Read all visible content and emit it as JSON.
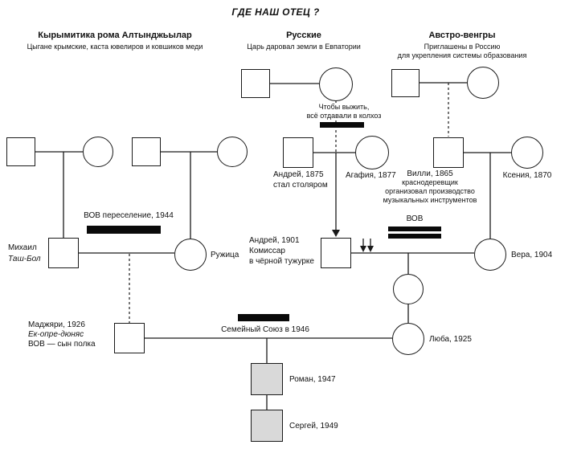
{
  "title": "ГДЕ НАШ ОТЕЦ ?",
  "columns": [
    {
      "header": "Кырымитика рома Алтынджьылар",
      "sub1": "Цыгане крымские, каста ювелиров и ковшиков меди",
      "sub2": ""
    },
    {
      "header": "Русские",
      "sub1": "Царь даровал земли в Евпатории",
      "sub2": ""
    },
    {
      "header": "Австро-венгры",
      "sub1": "Приглашены в Россию",
      "sub2": "для укрепления системы образования"
    }
  ],
  "annotations": {
    "kolkhoz_line1": "Чтобы выжить,",
    "kolkhoz_line2": "всё отдавали в колхоз",
    "vov_resettlement": "ВОВ переселение, 1944",
    "vov": "ВОВ",
    "family_union": "Семейный Союз в 1946"
  },
  "people": {
    "andrey1875_name": "Андрей, 1875",
    "andrey1875_note": "стал столяром",
    "agafia": "Агафия, 1877",
    "villi_name": "Вилли, 1865",
    "villi_note1": "краснодеревщик",
    "villi_note2": "организовал производство",
    "villi_note3": "музыкальных инструментов",
    "ksenia": "Ксения, 1870",
    "mikhail_name": "Михаил",
    "mikhail_note": "Таш-Бол",
    "ruzhica": "Ружица",
    "andrey1901_name": "Андрей, 1901",
    "andrey1901_note1": "Комиссар",
    "andrey1901_note2": "в чёрной тужурке",
    "vera": "Вера, 1904",
    "madzhyari_name": "Маджяри, 1926",
    "madzhyari_note1": "Ек-опре-дюняс",
    "madzhyari_note2": "ВОВ — сын полка",
    "lyuba": "Люба, 1925",
    "roman": "Роман, 1947",
    "sergey": "Сергей, 1949"
  },
  "colors": {
    "line": "#1a1a1a",
    "event_bar": "#0a0a0a",
    "child_fill": "#d9d9d9"
  }
}
